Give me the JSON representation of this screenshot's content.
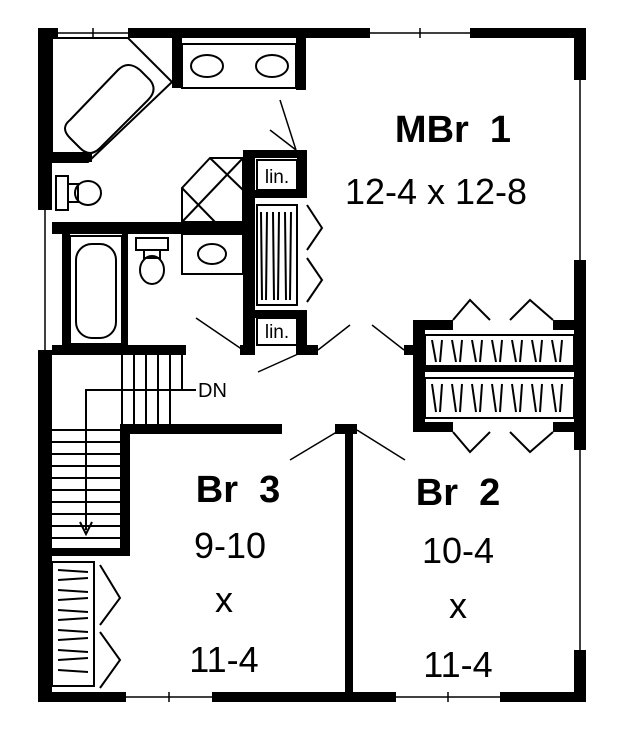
{
  "rooms": {
    "mbr1": {
      "name": "MBr  1",
      "dims": "12-4 x 12-8"
    },
    "br3": {
      "name": "Br  3",
      "dim1": "9-10",
      "by": "x",
      "dim2": "11-4"
    },
    "br2": {
      "name": "Br  2",
      "dim1": "10-4",
      "by": "x",
      "dim2": "11-4"
    }
  },
  "labels": {
    "linen": "lin.",
    "stairs_down": "DN"
  }
}
